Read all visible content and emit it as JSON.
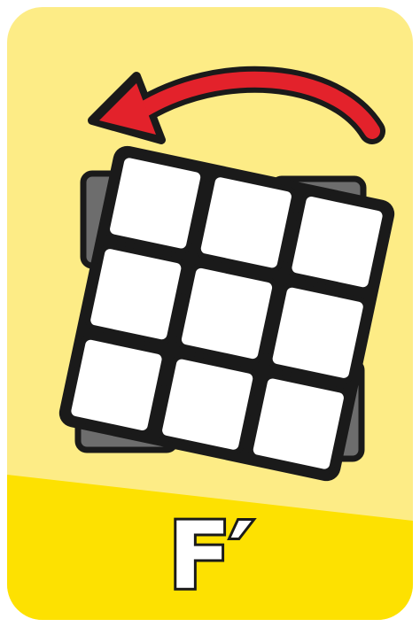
{
  "card": {
    "move_notation": "F′",
    "rotation_direction": "counterclockwise",
    "face_stickers": 9,
    "colors": {
      "background_light": "#fdec86",
      "background_dark": "#fde101",
      "arrow": "#e3222b",
      "sticker": "#ffffff",
      "back_layer": "#6d6d6d",
      "outline": "#1a1a1a"
    },
    "icons": {
      "arrow": "counterclockwise-arrow-icon",
      "cube": "rubiks-cube-icon"
    }
  }
}
